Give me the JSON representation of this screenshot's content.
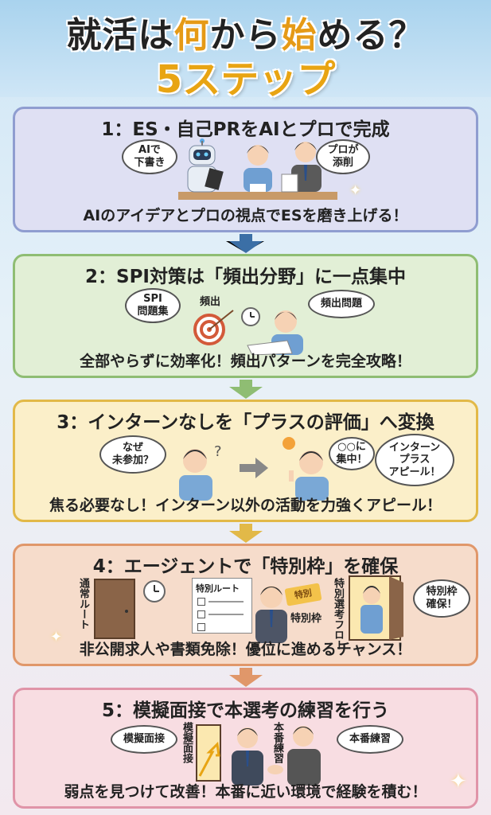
{
  "header": {
    "title_a": "就活は",
    "title_b": "何",
    "title_c": "から",
    "title_d": "始",
    "title_e": "める？",
    "subtitle": "5ステップ"
  },
  "steps": [
    {
      "title": "1：ES・自己PRをAIとプロで完成",
      "caption": "AIのアイデアとプロの視点でESを磨き上げる！",
      "bubbles": [
        "AIで\n下書き",
        "プロが\n添削"
      ],
      "color_bg": "#dfe0f3",
      "color_border": "#8f9dd0"
    },
    {
      "title": "2：SPI対策は「頻出分野」に一点集中",
      "caption": "全部やらずに効率化！頻出パターンを完全攻略！",
      "bubbles": [
        "SPI\n問題集",
        "頻出問題"
      ],
      "label": "頻出",
      "color_bg": "#e2efd6",
      "color_border": "#8fbd73"
    },
    {
      "title": "3：インターンなしを「プラスの評価」へ変換",
      "caption": "焦る必要なし！インターン以外の活動を力強くアピール！",
      "bubbles": [
        "なぜ\n未参加？",
        "○○に\n集中！",
        "インターン\nプラス\nアピール！"
      ],
      "color_bg": "#fbefc9",
      "color_border": "#e2b948"
    },
    {
      "title": "4：エージェントで「特別枠」を確保",
      "caption": "非公開求人や書類免除！優位に進めるチャンス！",
      "bubbles": [
        "特別枠\n確保！"
      ],
      "labels": [
        "通常ルート",
        "特別ルート",
        "特別",
        "特別枠",
        "特別選考フロー"
      ],
      "color_bg": "#f6dccb",
      "color_border": "#e0976a"
    },
    {
      "title": "5：模擬面接で本選考の練習を行う",
      "caption": "弱点を見つけて改善！本番に近い環境で経験を積む！",
      "bubbles": [
        "模擬面接",
        "本番練習"
      ],
      "labels": [
        "模擬面接",
        "本番練習"
      ],
      "color_bg": "#f8dde2",
      "color_border": "#e094a8"
    }
  ]
}
